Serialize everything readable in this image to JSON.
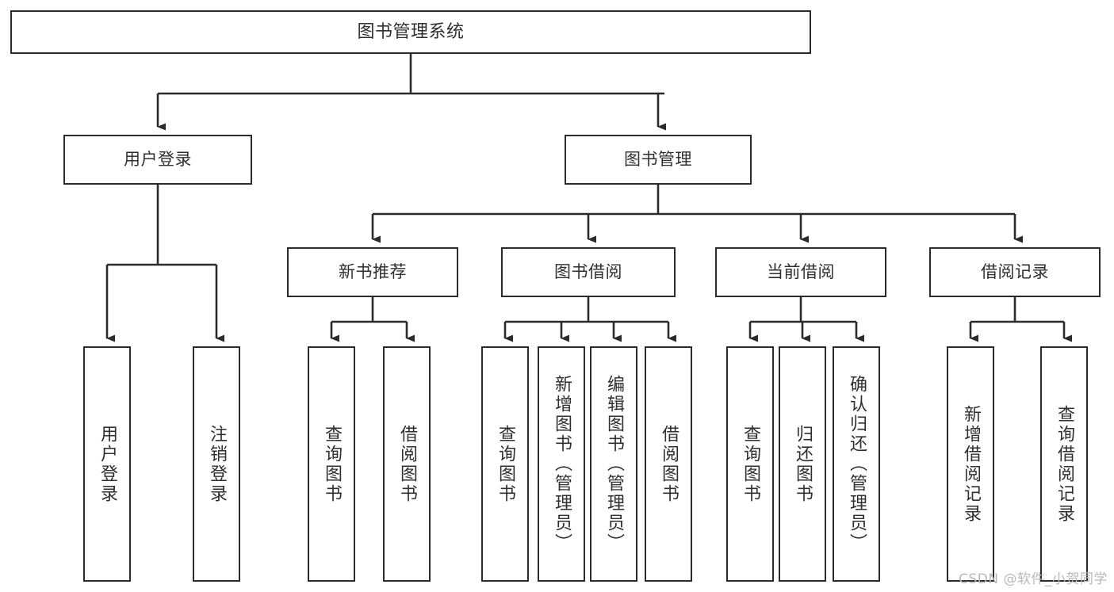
{
  "diagram": {
    "title": "图书管理系统",
    "type": "tree-hierarchy-diagram",
    "watermark": "CSDN @软件_小贺同学",
    "colors": {
      "border": "#2b2b2b",
      "text": "#2f2f2f",
      "background": "#ffffff",
      "watermark": "#b9b9b9"
    },
    "root": {
      "label": "图书管理系统"
    },
    "level1": [
      {
        "label": "用户登录"
      },
      {
        "label": "图书管理"
      }
    ],
    "level2": [
      {
        "label": "新书推荐"
      },
      {
        "label": "图书借阅"
      },
      {
        "label": "当前借阅"
      },
      {
        "label": "借阅记录"
      }
    ],
    "leaves": {
      "user_login": [
        {
          "label": "用户登录"
        },
        {
          "label": "注销登录"
        }
      ],
      "new_book_recommend": [
        {
          "label": "查询图书"
        },
        {
          "label": "借阅图书"
        }
      ],
      "book_borrow": [
        {
          "label": "查询图书"
        },
        {
          "label": "新增图书（管理员）"
        },
        {
          "label": "编辑图书（管理员）"
        },
        {
          "label": "借阅图书"
        }
      ],
      "current_borrow": [
        {
          "label": "查询图书"
        },
        {
          "label": "归还图书"
        },
        {
          "label": "确认归还（管理员）"
        }
      ],
      "borrow_records": [
        {
          "label": "新增借阅记录"
        },
        {
          "label": "查询借阅记录"
        }
      ]
    }
  }
}
